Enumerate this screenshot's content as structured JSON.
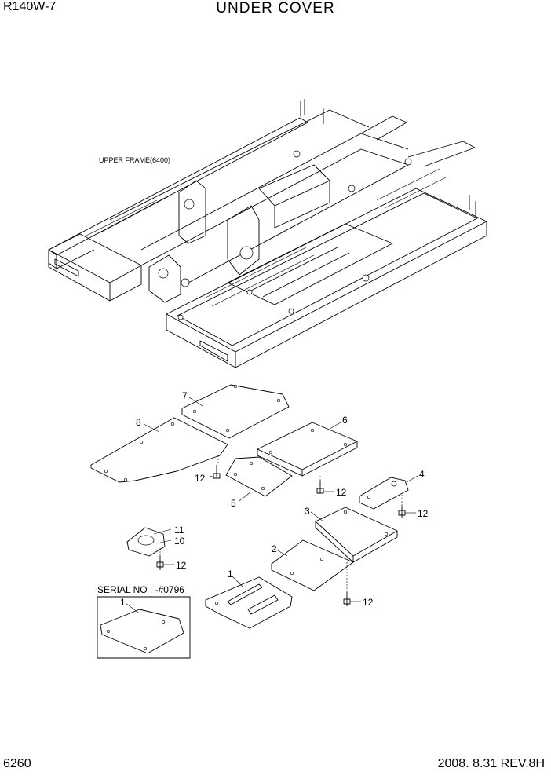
{
  "header": {
    "model": "R140W-7",
    "title": "UNDER COVER"
  },
  "footer": {
    "page": "6260",
    "revision": "2008. 8.31  REV.8H"
  },
  "labels": {
    "upper_frame": "UPPER FRAME(6400)",
    "serial": "SERIAL NO : -#0796"
  },
  "callouts": {
    "c1a": "1",
    "c1b": "1",
    "c2": "2",
    "c3": "3",
    "c4": "4",
    "c5": "5",
    "c6": "6",
    "c7": "7",
    "c8": "8",
    "c10": "10",
    "c11": "11",
    "c12a": "12",
    "c12b": "12",
    "c12c": "12",
    "c12d": "12",
    "c12e": "12"
  }
}
